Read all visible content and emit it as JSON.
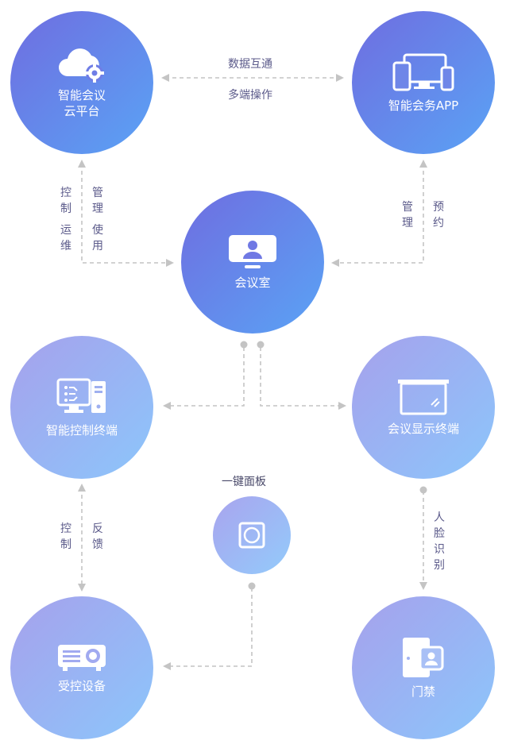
{
  "nodes": {
    "cloud": "智能会议\n云平台",
    "app": "智能会务APP",
    "room": "会议室",
    "control": "智能控制终端",
    "display": "会议显示终端",
    "panel_title": "一键面板",
    "devices": "受控设备",
    "door": "门禁"
  },
  "edges": {
    "top_1": "数据互通",
    "top_2": "多端操作",
    "left_control": "控制",
    "left_ops": "运维",
    "left_manage": "管理",
    "left_use": "使用",
    "right_manage": "管理",
    "right_book": "预约",
    "ctrl_control": "控制",
    "ctrl_feedback": "反馈",
    "face": "人脸识别"
  },
  "colors": {
    "gradient_dark_start": "#6f6de0",
    "gradient_dark_end": "#5aa3f5",
    "gradient_light_start": "#a6a1ec",
    "gradient_light_end": "#8cc6fb",
    "connector": "#c4c4c4",
    "label_text": "#5b5a8a"
  }
}
